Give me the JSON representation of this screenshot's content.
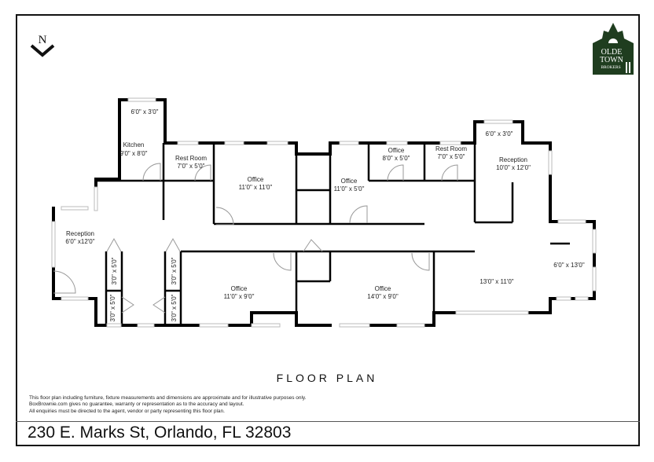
{
  "header": {
    "compass": {
      "letter": "N",
      "icon": "north-arrow-icon"
    },
    "logo": {
      "line1": "OLDE",
      "line2": "TOWN",
      "line3": "BROKERS",
      "bg_color": "#1f3d1f",
      "text_color": "#ffffff"
    }
  },
  "rooms": [
    {
      "id": "kitchen-alcove",
      "name": "",
      "dims": "6'0\" x 3'0\""
    },
    {
      "id": "kitchen",
      "name": "Kitchen",
      "dims": "9'0\" x 8'0\""
    },
    {
      "id": "restroom-1",
      "name": "Rest Room",
      "dims": "7'0\" x 5'0\""
    },
    {
      "id": "office-1",
      "name": "Office",
      "dims": "11'0\" x 11'0\""
    },
    {
      "id": "office-2",
      "name": "Office",
      "dims": "11'0\" x 5'0\""
    },
    {
      "id": "office-3",
      "name": "Office",
      "dims": "8'0\" x 5'0\""
    },
    {
      "id": "restroom-2",
      "name": "Rest Room",
      "dims": "7'0\" x 5'0\""
    },
    {
      "id": "reception-alcove",
      "name": "",
      "dims": "6'0\" x 3'0\""
    },
    {
      "id": "reception-1",
      "name": "Reception",
      "dims": "10'0\" x 12'0\""
    },
    {
      "id": "reception-2",
      "name": "Reception",
      "dims": "6'0\" x12'0\""
    },
    {
      "id": "closet-1",
      "name": "",
      "dims": "3'0\" x 5'0\""
    },
    {
      "id": "closet-2",
      "name": "",
      "dims": "3'0\" x 5'0\""
    },
    {
      "id": "closet-3",
      "name": "",
      "dims": "3'0\" x 5'0\""
    },
    {
      "id": "closet-4",
      "name": "",
      "dims": "3'0\" x 5'0\""
    },
    {
      "id": "office-4",
      "name": "Office",
      "dims": "11'0\" x 9'0\""
    },
    {
      "id": "office-5",
      "name": "Office",
      "dims": "14'0\" x 9'0\""
    },
    {
      "id": "open-area",
      "name": "",
      "dims": "13'0\" x 11'0\""
    },
    {
      "id": "bay-area",
      "name": "",
      "dims": "6'0\" x 13'0\""
    }
  ],
  "footer": {
    "title": "FLOOR PLAN",
    "disclaimer": [
      "This floor plan including furniture, fixture measurements and dimensions are approximate and for illustrative purposes only.",
      "BoxBrownie.com gives no guarantee, warranty or representation as to the accuracy and layout.",
      "All enquiries must be directed to the agent, vendor or party representing this floor plan."
    ],
    "address": "230 E. Marks St, Orlando, FL 32803"
  },
  "colors": {
    "wall": "#000000",
    "window": "#c8c8c8",
    "door": "#999999",
    "frame": "#111111"
  }
}
